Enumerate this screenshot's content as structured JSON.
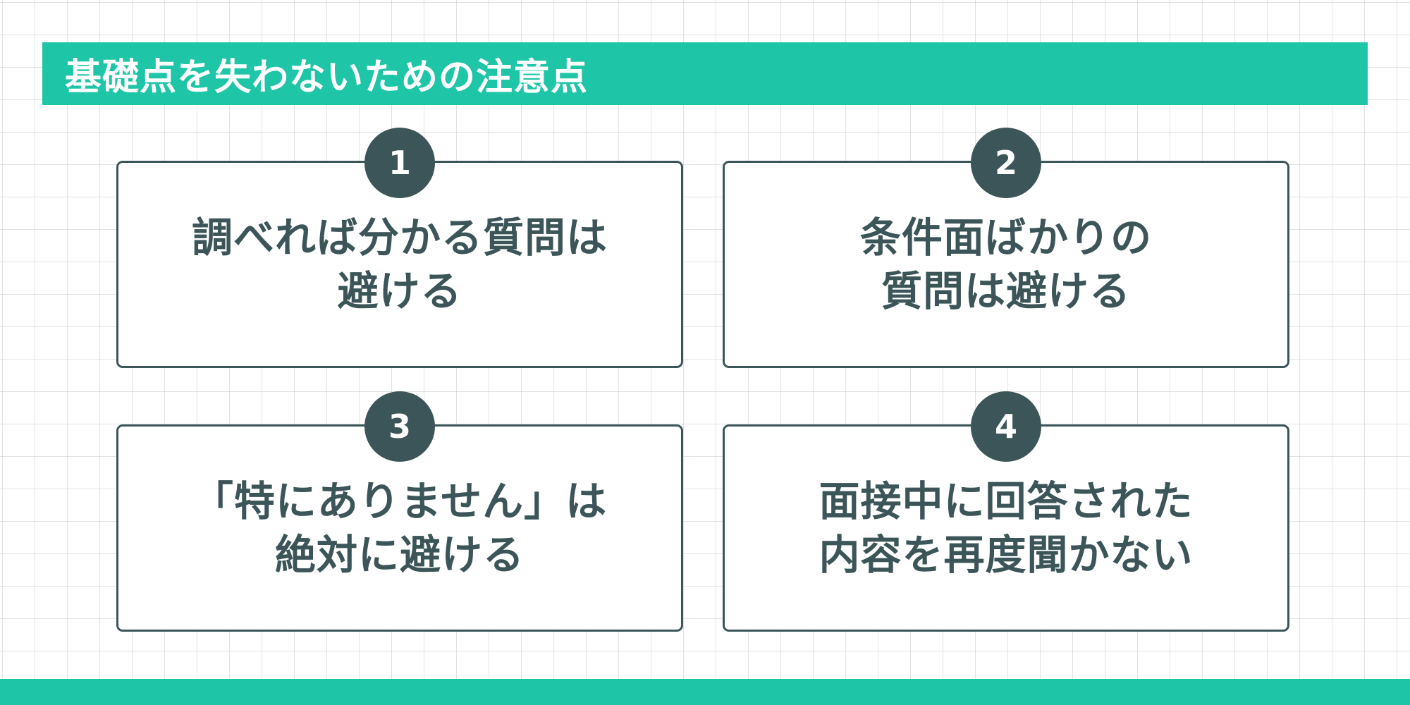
{
  "header": {
    "title": "基礎点を失わないための注意点"
  },
  "cards": [
    {
      "number": "1",
      "lines": [
        "調べれば分かる質問は",
        "避ける"
      ]
    },
    {
      "number": "2",
      "lines": [
        "条件面ばかりの",
        "質問は避ける"
      ]
    },
    {
      "number": "3",
      "lines": [
        "「特にありません」は",
        "絶対に避ける"
      ]
    },
    {
      "number": "4",
      "lines": [
        "面接中に回答された",
        "内容を再度聞かない"
      ]
    }
  ],
  "colors": {
    "accent": "#1fc5a7",
    "dark": "#3c5558",
    "background": "#ffffff",
    "grid": "#c8cccc"
  }
}
